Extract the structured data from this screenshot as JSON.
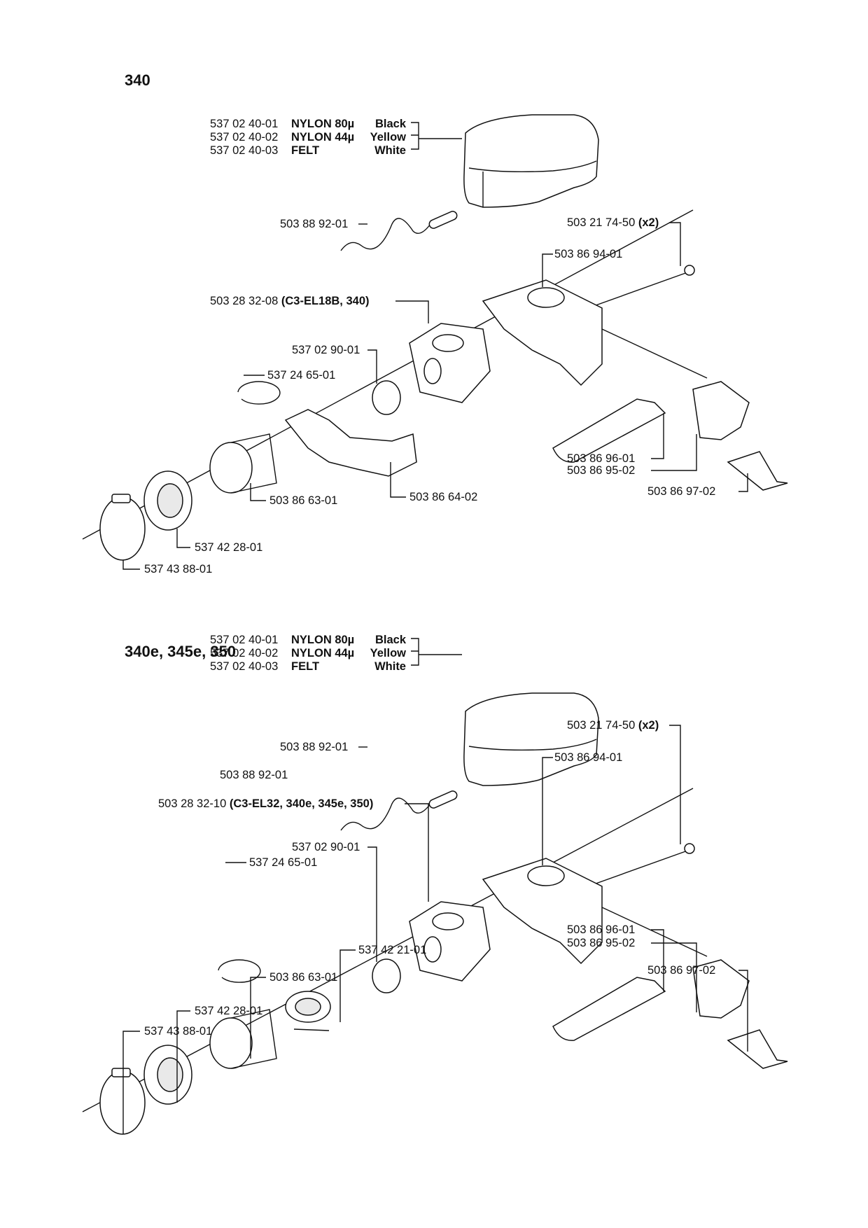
{
  "sections": [
    {
      "heading": "340",
      "filter": [
        {
          "code": "537 02 40-01",
          "material": "NYLON 80µ",
          "color": "Black"
        },
        {
          "code": "537 02 40-02",
          "material": "NYLON 44µ",
          "color": "Yellow"
        },
        {
          "code": "537 02 40-03",
          "material": "FELT",
          "color": "White"
        }
      ],
      "labels": {
        "spring": "503 88 92-01",
        "bolt": "503 21 74-50",
        "bolt_qty": "(x2)",
        "holder": "503 86 94-01",
        "carb_code": "503 28 32-08",
        "carb_note": "(C3-EL18B, 340)",
        "gasket": "537 02 90-01",
        "ring": "537 24 65-01",
        "intake_flange": "503 86 64-02",
        "intake_boot": "503 86 63-01",
        "rod": "503 86 96-01",
        "lever": "503 86 95-02",
        "clip": "503 86 97-02",
        "adapter": "537 42 28-01",
        "clamp": "537 43 88-01"
      }
    },
    {
      "heading": "340e, 345e, 350",
      "filter": [
        {
          "code": "537 02 40-01",
          "material": "NYLON 80µ",
          "color": "Black"
        },
        {
          "code": "537 02 40-02",
          "material": "NYLON 44µ",
          "color": "Yellow"
        },
        {
          "code": "537 02 40-03",
          "material": "FELT",
          "color": "White"
        }
      ],
      "labels": {
        "spring": "503 88 92-01",
        "spring2": "503 88 92-01",
        "bolt": "503 21 74-50",
        "bolt_qty": "(x2)",
        "holder": "503 86 94-01",
        "carb_code": "503 28 32-10",
        "carb_note": "(C3-EL32, 340e, 345e, 350)",
        "gasket": "537 02 90-01",
        "ring": "537 24 65-01",
        "intake_flange": "537 42 21-01",
        "intake_boot": "503 86 63-01",
        "rod": "503 86 96-01",
        "lever": "503 86 95-02",
        "clip": "503 86 97-02",
        "adapter": "537 42 28-01",
        "clamp": "537 43 88-01"
      }
    }
  ]
}
